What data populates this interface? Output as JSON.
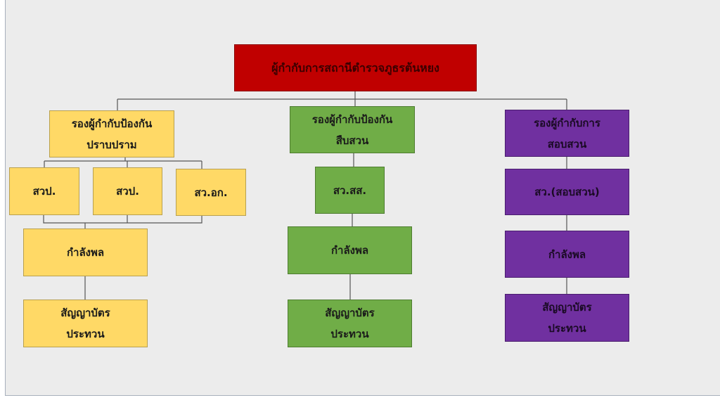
{
  "colors": {
    "chief": "#c00000",
    "suppression": "#ffd966",
    "investigation": "#70ad47",
    "inquiry": "#7030a0"
  },
  "chief": "ผู้กำกับการสถานีตำรวจภูธรต้นหยง",
  "left": {
    "head": "รองผู้กำกับป้องกัน\nปราบปราม",
    "subs": [
      "สวป.",
      "สวป.",
      "สว.อก."
    ],
    "staff": "กำลังพล",
    "contract": "สัญญาบัตร\nประทวน"
  },
  "middle": {
    "head": "รองผู้กำกับป้องกัน\nสืบสวน",
    "sub": "สว.สส.",
    "staff": "กำลังพล",
    "contract": "สัญญาบัตร\nประทวน"
  },
  "right": {
    "head": "รองผู้กำกับการ\nสอบสวน",
    "sub": "สว.(สอบสวน)",
    "staff": "กำลังพล",
    "contract": "สัญญาบัตร\nประทวน"
  }
}
